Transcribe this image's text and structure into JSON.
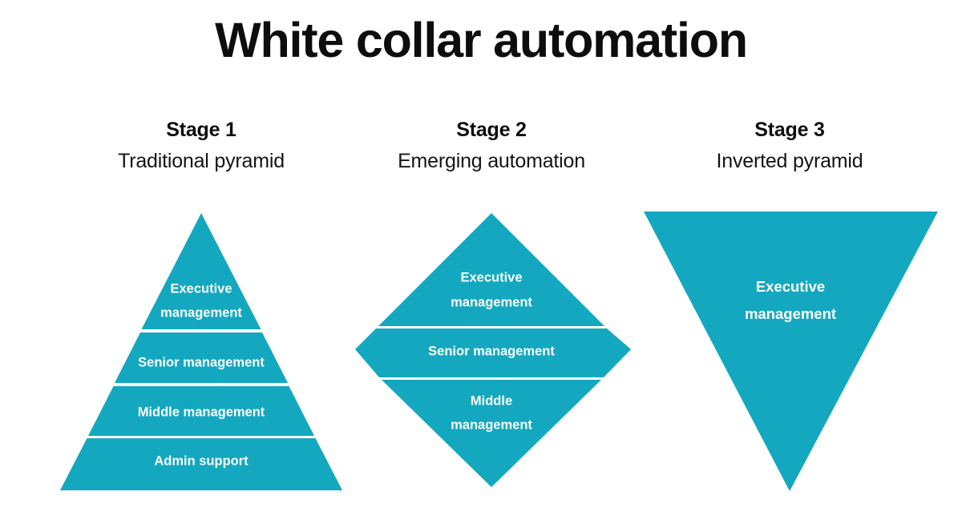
{
  "title": "White collar automation",
  "theme": {
    "background": "#ffffff",
    "accent_teal": "#13a8bf",
    "divider": "#ffffff",
    "title_color": "#0d0d0d",
    "tier_text_color": "#ffffff"
  },
  "stages": [
    {
      "label": "Stage 1",
      "description": "Traditional pyramid",
      "shape": "triangle-upright",
      "tiers": [
        {
          "lines": [
            "Executive",
            "management"
          ]
        },
        {
          "lines": [
            "Senior management"
          ]
        },
        {
          "lines": [
            "Middle management"
          ]
        },
        {
          "lines": [
            "Admin support"
          ]
        }
      ]
    },
    {
      "label": "Stage 2",
      "description": "Emerging automation",
      "shape": "diamond",
      "tiers": [
        {
          "lines": [
            "Executive",
            "management"
          ]
        },
        {
          "lines": [
            "Senior management"
          ]
        },
        {
          "lines": [
            "Middle",
            "management"
          ]
        }
      ]
    },
    {
      "label": "Stage 3",
      "description": "Inverted pyramid",
      "shape": "triangle-inverted",
      "tiers": [
        {
          "lines": [
            "Executive",
            "management"
          ]
        }
      ]
    }
  ],
  "chart_data": {
    "type": "diagram",
    "title": "White collar automation",
    "subtitle": "",
    "xlabel": "",
    "ylabel": "",
    "legend_position": "none",
    "grid": false,
    "panels": [
      {
        "name": "Stage 1",
        "caption": "Traditional pyramid",
        "geometry": "upright pyramid, 4 horizontal tiers of increasing width",
        "tiers": [
          {
            "rank": 1,
            "label": "Executive management",
            "relative_width": 0.34
          },
          {
            "rank": 2,
            "label": "Senior management",
            "relative_width": 0.57
          },
          {
            "rank": 3,
            "label": "Middle management",
            "relative_width": 0.79
          },
          {
            "rank": 4,
            "label": "Admin support",
            "relative_width": 1.0
          }
        ]
      },
      {
        "name": "Stage 2",
        "caption": "Emerging automation",
        "geometry": "diamond, 3 horizontal tiers, widest at middle tier",
        "tiers": [
          {
            "rank": 1,
            "label": "Executive management",
            "relative_width": 0.83
          },
          {
            "rank": 2,
            "label": "Senior management",
            "relative_width": 1.0
          },
          {
            "rank": 3,
            "label": "Middle management",
            "relative_width": 0.81
          }
        ]
      },
      {
        "name": "Stage 3",
        "caption": "Inverted pyramid",
        "geometry": "inverted triangle, single tier, widest at top",
        "tiers": [
          {
            "rank": 1,
            "label": "Executive management",
            "relative_width": 1.0
          }
        ]
      }
    ]
  }
}
